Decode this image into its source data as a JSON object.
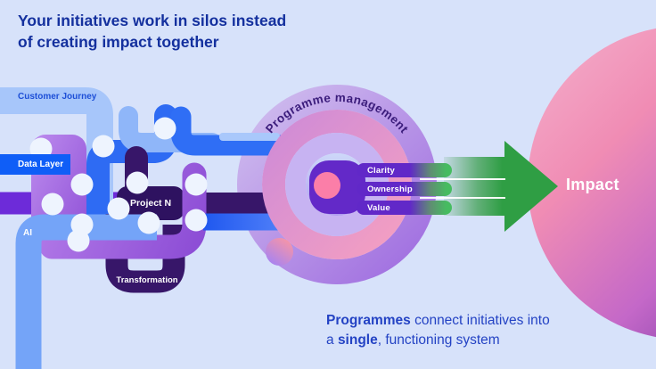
{
  "header": {
    "line1": "Your initiatives work in silos instead",
    "line2": "of creating impact together"
  },
  "pipes": {
    "customer_journey": "Customer Journey",
    "data_layer": "Data Layer",
    "ai": "AI",
    "project_n": "Project N",
    "transformation": "Transformation"
  },
  "programme": {
    "arc_label": "Programme management",
    "pills": [
      "Clarity",
      "Ownership",
      "Value"
    ]
  },
  "impact": {
    "label": "Impact"
  },
  "footer": {
    "line1_bold": "Programmes",
    "line1_rest": " connect initiatives into",
    "line2_pre": "a ",
    "line2_bold": "single",
    "line2_rest": ", functioning system"
  },
  "colors": {
    "background": "#d7e2fa",
    "heading_text": "#14309e",
    "body_text": "#2443c4",
    "pill_purple": "#6128c8",
    "arrow_green": "#2f9e44",
    "impact_pink": "#f3a9c8",
    "impact_purple": "#552394",
    "ring_lavender": "#c9b4ec",
    "ring_pink": "#f2a0c6",
    "pipe_blue": "#0f5ef7",
    "pipe_light_blue": "#a7c6fa",
    "pipe_violet": "#6d2bd9",
    "pipe_dark_purple": "#371669"
  }
}
